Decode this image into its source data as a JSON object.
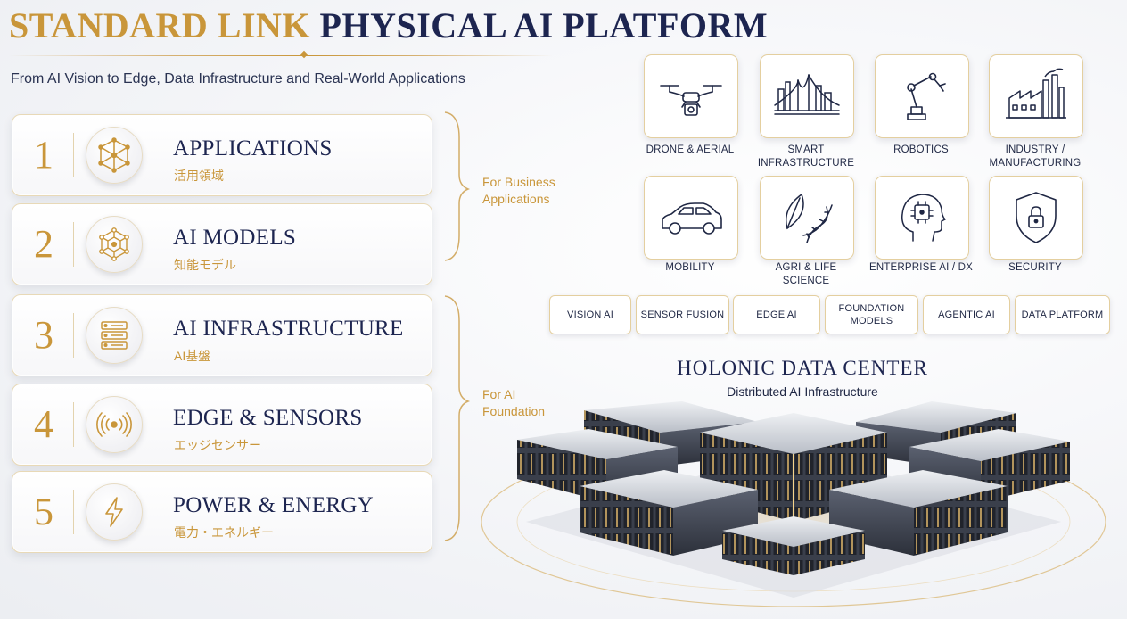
{
  "header": {
    "title_gold": "STANDARD LINK",
    "title_navy": "PHYSICAL AI PLATFORM",
    "subtitle": "From AI Vision to Edge, Data Infrastructure and Real-World Applications"
  },
  "layers": [
    {
      "num": "1",
      "name": "APPLICATIONS",
      "jp": "活用領域",
      "icon": "network-cube-icon"
    },
    {
      "num": "2",
      "name": "AI MODELS",
      "jp": "知能モデル",
      "icon": "neural-network-icon"
    },
    {
      "num": "3",
      "name": "AI INFRASTRUCTURE",
      "jp": "AI基盤",
      "icon": "server-stack-icon"
    },
    {
      "num": "4",
      "name": "EDGE & SENSORS",
      "jp": "エッジセンサー",
      "icon": "wireless-sensor-icon"
    },
    {
      "num": "5",
      "name": "POWER & ENERGY",
      "jp": "電力・エネルギー",
      "icon": "lightning-bolt-icon"
    }
  ],
  "groups": {
    "business": {
      "line1": "For Business",
      "line2": "Applications"
    },
    "foundation": {
      "line1": "For AI",
      "line2": "Foundation"
    }
  },
  "domains": [
    {
      "line1": "DRONE & AERIAL",
      "line2": "",
      "icon": "drone-icon"
    },
    {
      "line1": "SMART",
      "line2": "INFRASTRUCTURE",
      "icon": "bridge-icon"
    },
    {
      "line1": "ROBOTICS",
      "line2": "",
      "icon": "robot-arm-icon"
    },
    {
      "line1": "INDUSTRY /",
      "line2": "MANUFACTURING",
      "icon": "factory-icon"
    },
    {
      "line1": "MOBILITY",
      "line2": "",
      "icon": "car-icon"
    },
    {
      "line1": "AGRI & LIFE",
      "line2": "SCIENCE",
      "icon": "leaf-dna-icon"
    },
    {
      "line1": "ENTERPRISE AI / DX",
      "line2": "",
      "icon": "ai-head-icon"
    },
    {
      "line1": "SECURITY",
      "line2": "",
      "icon": "shield-lock-icon"
    }
  ],
  "capabilities": [
    {
      "line1": "VISION AI",
      "line2": ""
    },
    {
      "line1": "SENSOR FUSION",
      "line2": ""
    },
    {
      "line1": "EDGE AI",
      "line2": ""
    },
    {
      "line1": "FOUNDATION",
      "line2": "MODELS"
    },
    {
      "line1": "AGENTIC AI",
      "line2": ""
    },
    {
      "line1": "DATA PLATFORM",
      "line2": ""
    }
  ],
  "datacenter": {
    "title": "HOLONIC DATA CENTER",
    "subtitle": "Distributed AI Infrastructure"
  },
  "colors": {
    "gold": "#c9963a",
    "navy": "#1d2550"
  }
}
